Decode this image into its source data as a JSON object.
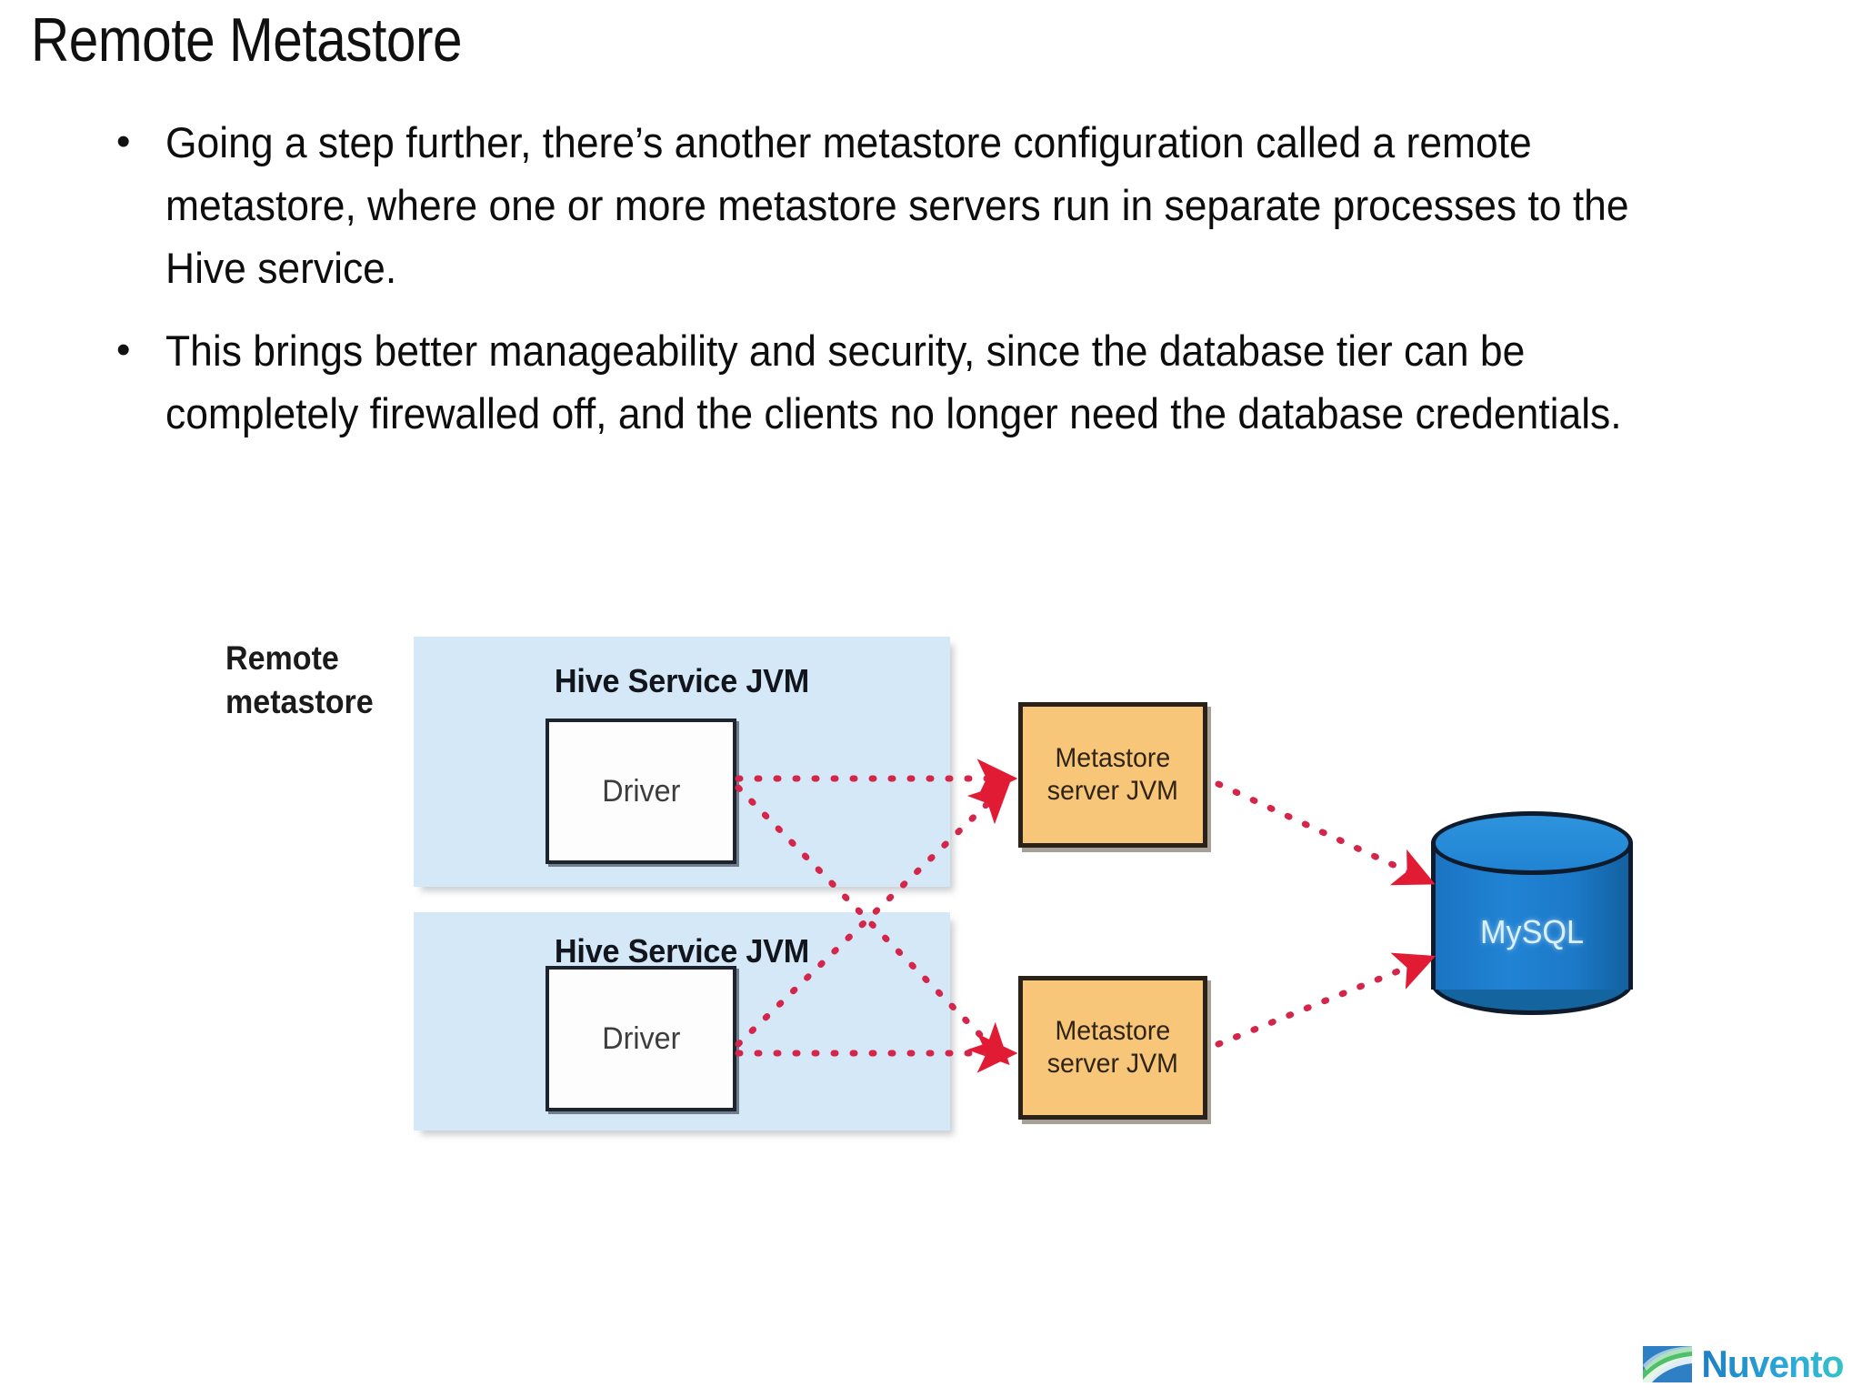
{
  "slide": {
    "title": "Remote Metastore",
    "bullets": [
      {
        "marker": "•",
        "text": "Going a step further, there’s another metastore configuration called a remote metastore, where one or more metastore servers run in separate processes to the Hive service."
      },
      {
        "marker": "•",
        "text": "This brings better manageability and security, since the database tier can be completely firewalled off, and the clients no longer need the database credentials."
      }
    ]
  },
  "diagram": {
    "caption": "Remote metastore",
    "hive_panels": [
      {
        "title": "Hive Service JVM",
        "inner_box_label": "Driver"
      },
      {
        "title": "Hive Service JVM",
        "inner_box_label": "Driver"
      }
    ],
    "metastore_servers": [
      {
        "line1": "Metastore",
        "line2": "server JVM"
      },
      {
        "line1": "Metastore",
        "line2": "server JVM"
      }
    ],
    "database": {
      "label": "MySQL"
    },
    "colors": {
      "panel_fill": "#d4e8f8",
      "metastore_fill": "#f8c678",
      "metastore_border": "#2a2118",
      "database_fill": "#1a74c2",
      "database_top": "#2e93dd",
      "arrow": "#d3264a",
      "driver_border": "#1d2430"
    },
    "connections": [
      {
        "from": "hive-panel-1-driver",
        "to": "metastore-server-1"
      },
      {
        "from": "hive-panel-1-driver",
        "to": "metastore-server-2"
      },
      {
        "from": "hive-panel-2-driver",
        "to": "metastore-server-2"
      },
      {
        "from": "hive-panel-2-driver",
        "to": "metastore-server-1"
      },
      {
        "from": "metastore-server-1",
        "to": "mysql-database"
      },
      {
        "from": "metastore-server-2",
        "to": "mysql-database"
      }
    ]
  },
  "branding": {
    "name": "Nuvento",
    "mark_colors": [
      "#2f7fc4",
      "#3aa9a0",
      "#4fbf6a",
      "#1f6fb8"
    ]
  }
}
